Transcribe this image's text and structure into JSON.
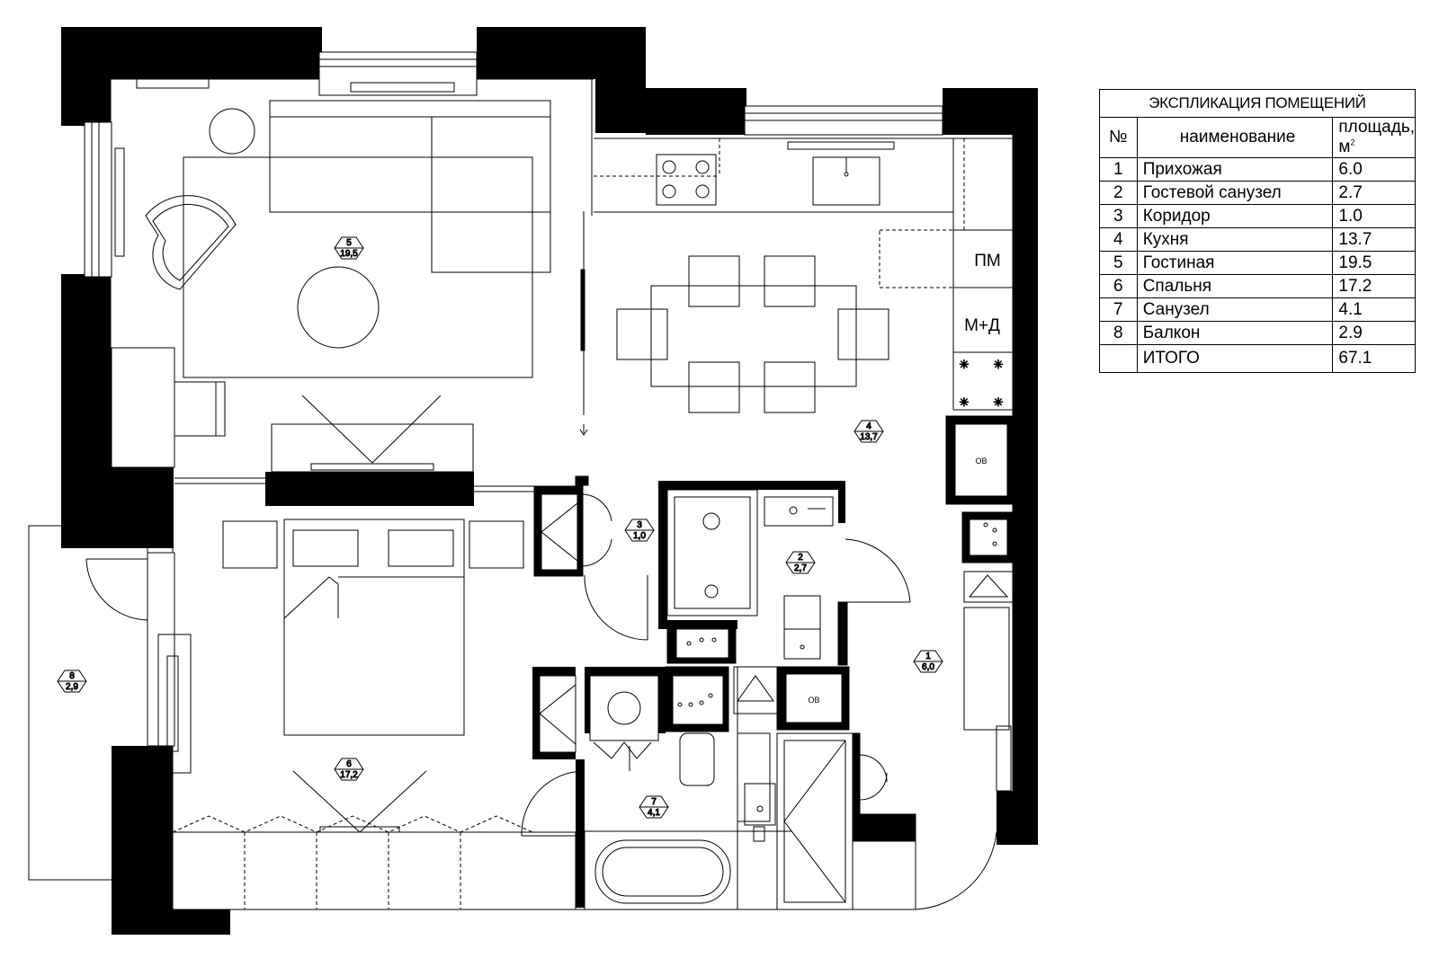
{
  "explication": {
    "title": "ЭКСПЛИКАЦИЯ ПОМЕЩЕНИЙ",
    "col_no": "№",
    "col_name": "наименование",
    "col_area": "площадь, м",
    "col_area_sup": "2",
    "rows": [
      {
        "no": "1",
        "name": "Прихожая",
        "area": "6.0"
      },
      {
        "no": "2",
        "name": "Гостевой санузел",
        "area": "2.7"
      },
      {
        "no": "3",
        "name": "Коридор",
        "area": "1.0"
      },
      {
        "no": "4",
        "name": "Кухня",
        "area": "13.7"
      },
      {
        "no": "5",
        "name": "Гостиная",
        "area": "19.5"
      },
      {
        "no": "6",
        "name": "Спальня",
        "area": "17.2"
      },
      {
        "no": "7",
        "name": "Санузел",
        "area": "4.1"
      },
      {
        "no": "8",
        "name": "Балкон",
        "area": "2.9"
      }
    ],
    "total_label": "ИТОГО",
    "total_area": "67.1"
  },
  "plan": {
    "room_tags": [
      {
        "no": "5",
        "area": "19,5"
      },
      {
        "no": "4",
        "area": "13,7"
      },
      {
        "no": "3",
        "area": "1,0"
      },
      {
        "no": "2",
        "area": "2,7"
      },
      {
        "no": "1",
        "area": "6,0"
      },
      {
        "no": "6",
        "area": "17,2"
      },
      {
        "no": "7",
        "area": "4,1"
      },
      {
        "no": "8",
        "area": "2,9"
      }
    ],
    "fixture_labels": {
      "pm": "ПМ",
      "md": "М+Д",
      "ov_top": "ОВ",
      "ov_mid": "ОВ"
    }
  }
}
